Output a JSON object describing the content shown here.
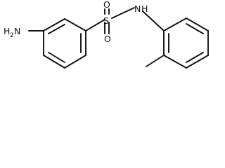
{
  "molecule": {
    "atoms": {
      "amine_element": "H",
      "amine_count": "2",
      "amine_nitrogen": "N",
      "sulfur": "S",
      "oxygen_top": "O",
      "oxygen_bottom": "O",
      "amide_nitrogen": "N",
      "amide_hydrogen": "H"
    },
    "colors": {
      "line": "#111111",
      "background": "#ffffff"
    }
  }
}
